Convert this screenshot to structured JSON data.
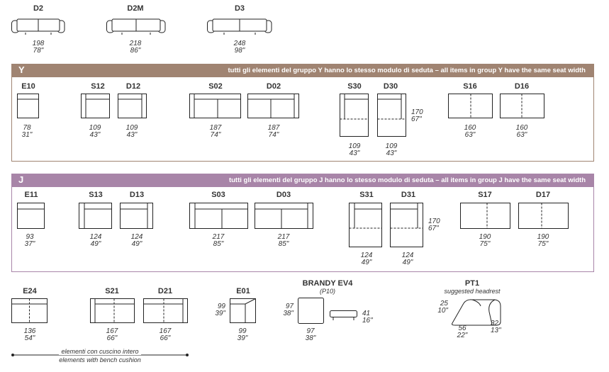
{
  "colors": {
    "group_y": "#a08472",
    "group_j": "#a885a8",
    "stroke": "#222222"
  },
  "top": {
    "d2": {
      "code": "D2",
      "cm": "198",
      "in": "78\""
    },
    "d2m": {
      "code": "D2M",
      "cm": "218",
      "in": "86\""
    },
    "d3": {
      "code": "D3",
      "cm": "248",
      "in": "98\""
    }
  },
  "group_y": {
    "letter": "Y",
    "note": "tutti gli elementi del gruppo Y hanno lo stesso modulo di seduta  –  all items in group Y have the same seat width",
    "items": {
      "e10": {
        "code": "E10",
        "cm": "78",
        "in": "31\""
      },
      "s12": {
        "code": "S12",
        "cm": "109",
        "in": "43\""
      },
      "d12": {
        "code": "D12",
        "cm": "109",
        "in": "43\""
      },
      "s02": {
        "code": "S02",
        "cm": "187",
        "in": "74\""
      },
      "d02": {
        "code": "D02",
        "cm": "187",
        "in": "74\""
      },
      "s30": {
        "code": "S30",
        "cm": "109",
        "in": "43\""
      },
      "d30": {
        "code": "D30",
        "cm": "109",
        "in": "43\""
      },
      "depth": {
        "cm": "170",
        "in": "67\""
      },
      "s16": {
        "code": "S16",
        "cm": "160",
        "in": "63\""
      },
      "d16": {
        "code": "D16",
        "cm": "160",
        "in": "63\""
      }
    }
  },
  "group_j": {
    "letter": "J",
    "note": "tutti gli elementi del gruppo J hanno lo stesso modulo di seduta  –  all items in group J have the same seat width",
    "items": {
      "e11": {
        "code": "E11",
        "cm": "93",
        "in": "37\""
      },
      "s13": {
        "code": "S13",
        "cm": "124",
        "in": "49\""
      },
      "d13": {
        "code": "D13",
        "cm": "124",
        "in": "49\""
      },
      "s03": {
        "code": "S03",
        "cm": "217",
        "in": "85\""
      },
      "d03": {
        "code": "D03",
        "cm": "217",
        "in": "85\""
      },
      "s31": {
        "code": "S31",
        "cm": "124",
        "in": "49\""
      },
      "d31": {
        "code": "D31",
        "cm": "124",
        "in": "49\""
      },
      "depth": {
        "cm": "170",
        "in": "67\""
      },
      "s17": {
        "code": "S17",
        "cm": "190",
        "in": "75\""
      },
      "d17": {
        "code": "D17",
        "cm": "190",
        "in": "75\""
      }
    }
  },
  "bottom": {
    "e24": {
      "code": "E24",
      "cm": "136",
      "in": "54\""
    },
    "s21": {
      "code": "S21",
      "cm": "167",
      "in": "66\""
    },
    "d21": {
      "code": "D21",
      "cm": "167",
      "in": "66\""
    },
    "e01": {
      "code": "E01",
      "h_cm": "99",
      "h_in": "39\"",
      "cm": "99",
      "in": "39\""
    },
    "brandy": {
      "title": "BRANDY EV4",
      "sub": "(P10)",
      "h_cm": "97",
      "h_in": "38\"",
      "cm": "97",
      "in": "38\"",
      "leg_cm": "41",
      "leg_in": "16\""
    },
    "pt1": {
      "code": "PT1",
      "sub": "suggested headrest",
      "h_cm": "25",
      "h_in": "10\"",
      "w_cm": "56",
      "w_in": "22\"",
      "d_cm": "32",
      "d_in": "13\""
    }
  },
  "legend": {
    "line1": "elementi con cuscino intero",
    "line2": "elements with bench cushion"
  }
}
